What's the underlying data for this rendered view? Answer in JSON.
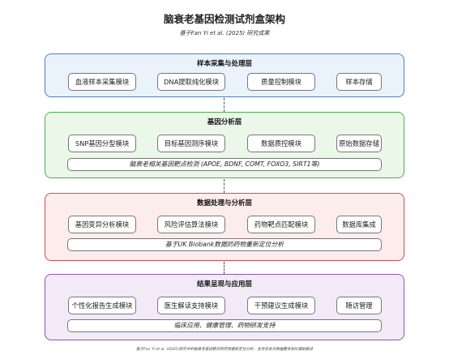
{
  "title": "脑衰老基因检测试剂盒架构",
  "subtitle": "基于Fan Yi et al. (2025) 研究成果",
  "layers": [
    {
      "title": "样本采集与处理层",
      "modules": [
        "血液样本采集模块",
        "DNA提取纯化模块",
        "质量控制模块",
        "样本存储"
      ],
      "border": "#4a7fc1",
      "fill": "#eaf3fb"
    },
    {
      "title": "基因分析层",
      "modules": [
        "SNP基因分型模块",
        "目标基因测序模块",
        "数据质控模块",
        "原始数据存储"
      ],
      "note": "脑衰老相关基因靶点检测 (APOE, BDNF, COMT, FOXO3, SIRT1等)",
      "border": "#4caf50",
      "fill": "#ebf7e8"
    },
    {
      "title": "数据处理与分析层",
      "modules": [
        "基因变异分析模块",
        "风险评估算法模块",
        "药物靶点匹配模块",
        "数据库集成"
      ],
      "note": "基于UK Biobank数据的药物重新定位分析",
      "border": "#d84b4b",
      "fill": "#fcecec"
    },
    {
      "title": "结果呈现与应用层",
      "modules": [
        "个性化报告生成模块",
        "医生解读支持模块",
        "干预建议生成模块",
        "随访管理"
      ],
      "note": "临床应用、健康管理、药物研发支持",
      "border": "#8c52b8",
      "fill": "#f3eaf8"
    }
  ],
  "footer": "基于Fan Yi et al. (2025)研究中的脑衰老基因靶点和药物重新定位分析，支持多层次数据整合和AI辅助解读"
}
